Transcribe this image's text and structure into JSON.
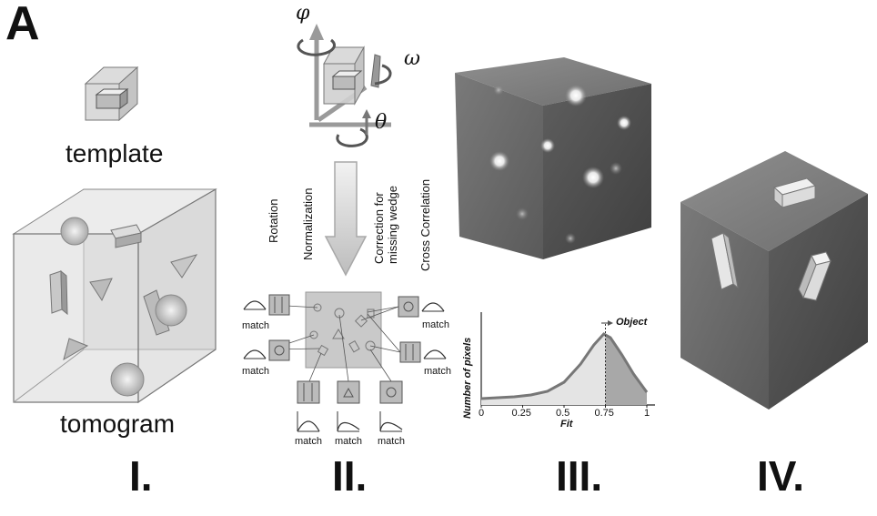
{
  "panel_letter": "A",
  "labels": {
    "template": "template",
    "tomogram": "tomogram"
  },
  "steps": {
    "rotation": "Rotation",
    "normalization": "Normalization",
    "correction_line1": "Correction for",
    "correction_line2": "missing wedge",
    "cross_correlation": "Cross Correlation"
  },
  "angles": {
    "phi": "φ",
    "omega": "ω",
    "theta": "θ"
  },
  "match_label": "match",
  "histogram": {
    "ylabel": "Number of pixels",
    "xlabel": "Fit",
    "annotation": "Object",
    "ticks": [
      "0",
      "0.25",
      "0.5",
      "0.75",
      "1"
    ],
    "threshold": 0.75
  },
  "stage_labels": [
    "I.",
    "II.",
    "III.",
    "IV."
  ]
}
